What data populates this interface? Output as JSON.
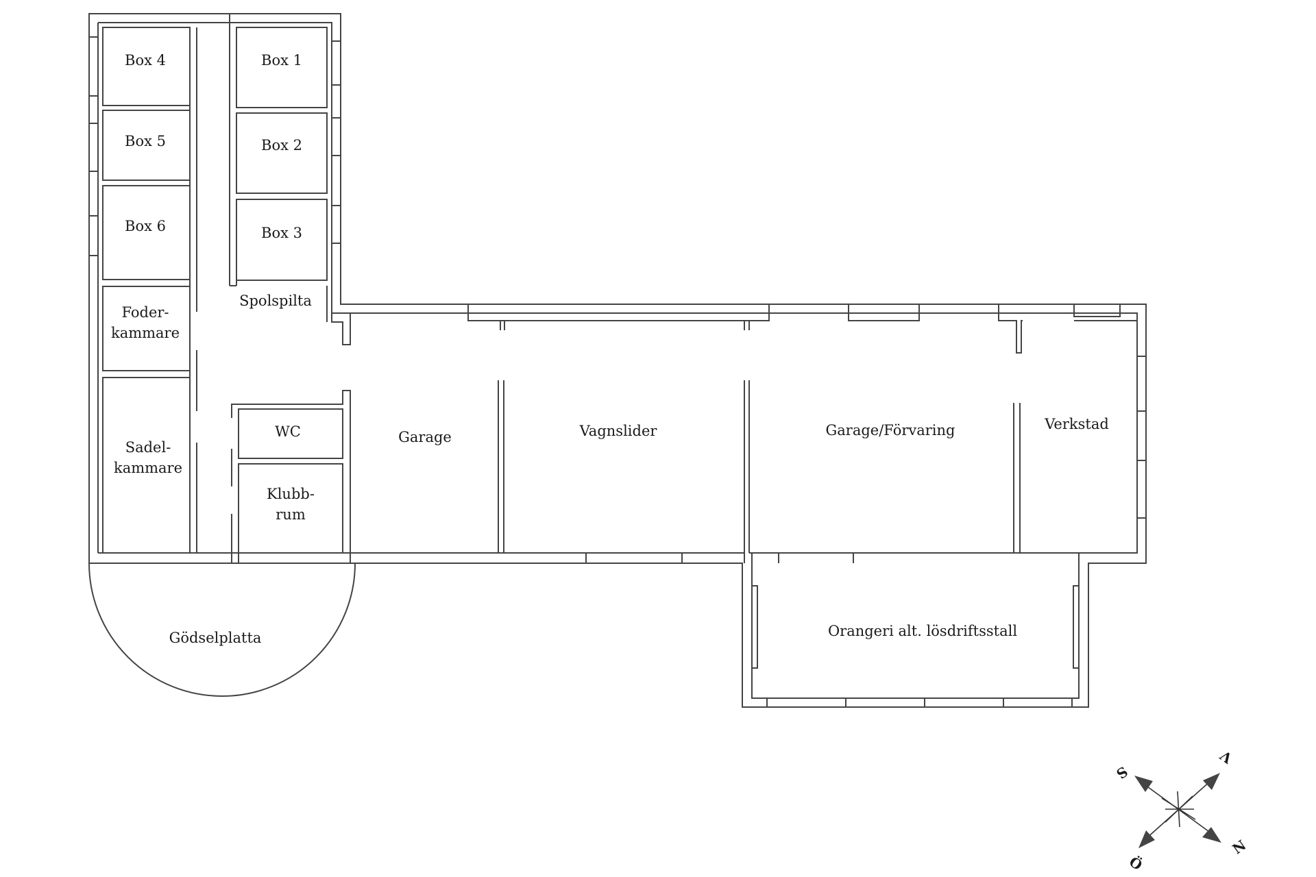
{
  "rooms": {
    "box4": "Box 4",
    "box5": "Box 5",
    "box6": "Box 6",
    "box1": "Box 1",
    "box2": "Box 2",
    "box3": "Box 3",
    "spolspilta": "Spolspilta",
    "foderkammare_1": "Foder-",
    "foderkammare_2": "kammare",
    "sadelkammare_1": "Sadel-",
    "sadelkammare_2": "kammare",
    "wc": "WC",
    "klubbrum_1": "Klubb-",
    "klubbrum_2": "rum",
    "garage": "Garage",
    "vagnslider": "Vagnslider",
    "garage_forvaring": "Garage/Förvaring",
    "verkstad": "Verkstad",
    "orangeri": "Orangeri alt. lösdriftsstall",
    "godselplatta": "Gödselplatta"
  },
  "compass": {
    "s": "S",
    "v": "V",
    "n": "N",
    "o": "Ö"
  },
  "colors": {
    "line": "#444444",
    "text": "#1a1a1a",
    "background": "#ffffff"
  }
}
